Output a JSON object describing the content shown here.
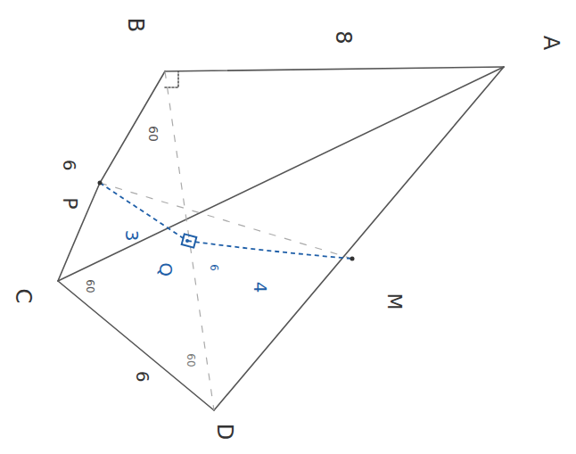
{
  "diagram": {
    "labels": [
      "B",
      "8",
      "A",
      "60",
      "6",
      "P",
      "3",
      "Q",
      "6",
      "4",
      "M",
      "C",
      "60",
      "60",
      "6",
      "D"
    ]
  }
}
